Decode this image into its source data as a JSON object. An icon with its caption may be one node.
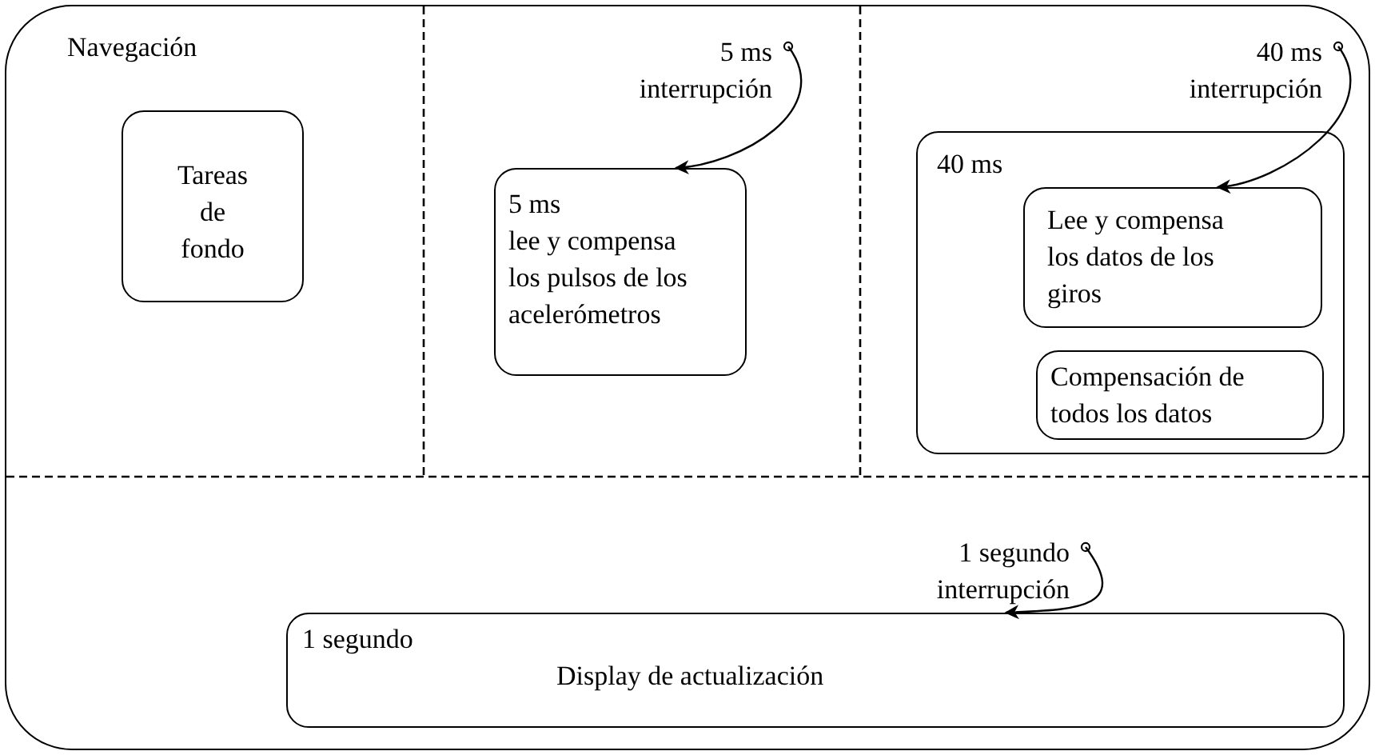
{
  "diagram": {
    "nodes": [
      {
        "text": [
          "Navegación"
        ]
      },
      {
        "text": [
          "Tareas de fondo"
        ],
        "in": 0
      },
      {
        "text": [
          "5 ms interrupción"
        ],
        "in": 0
      },
      {
        "text": [
          "5 ms",
          "lee y compensa los pulsos de los acelerómetros"
        ],
        "in": 0
      },
      {
        "text": [
          "40 ms interrupción"
        ],
        "in": 0
      },
      {
        "text": [
          "40 ms"
        ],
        "in": 0
      },
      {
        "text": [
          "Lee y compensa los datos de los giros"
        ],
        "in": 5
      },
      {
        "text": [
          "Compensación de todos los datos"
        ],
        "in": 5
      },
      {
        "text": [
          "1 segundo interrupción"
        ],
        "in": 0
      },
      {
        "text": [
          "1 segundo",
          "Display de actualización"
        ],
        "in": 0
      }
    ],
    "edges": [
      {
        "from": 2,
        "to": 3,
        "arrow": "to"
      },
      {
        "from": 4,
        "to": 6,
        "arrow": "to"
      },
      {
        "from": 8,
        "to": 9,
        "arrow": "to"
      }
    ]
  }
}
